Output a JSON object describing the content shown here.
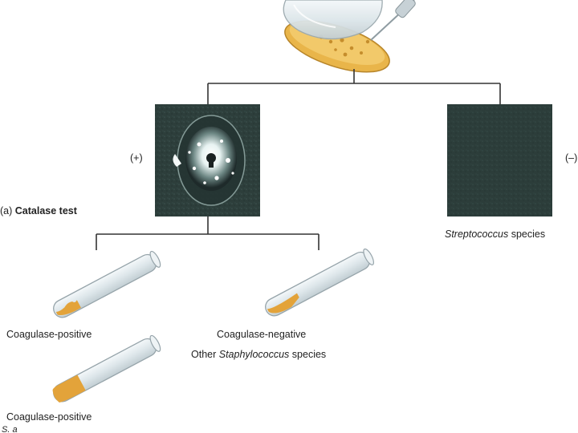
{
  "diagram": {
    "sign_positive": "(+)",
    "sign_negative": "(–)",
    "panel_label": {
      "letter": "(a)",
      "title": "Catalase test"
    },
    "strep": {
      "genus": "Streptococcus",
      "word": "species"
    },
    "tube_labels": {
      "first": "Coagulase-positive",
      "second": "Coagulase-negative",
      "third": "Coagulase-positive"
    },
    "other_staph": {
      "prefix": "Other",
      "genus": "Staphylococcus",
      "word": "species"
    },
    "partial_text": "S. a",
    "colors": {
      "line": "#333333",
      "medium": "#e3a33a",
      "photo_dark": "#2b3b38",
      "photo_positive": "#1e2a2a"
    }
  }
}
